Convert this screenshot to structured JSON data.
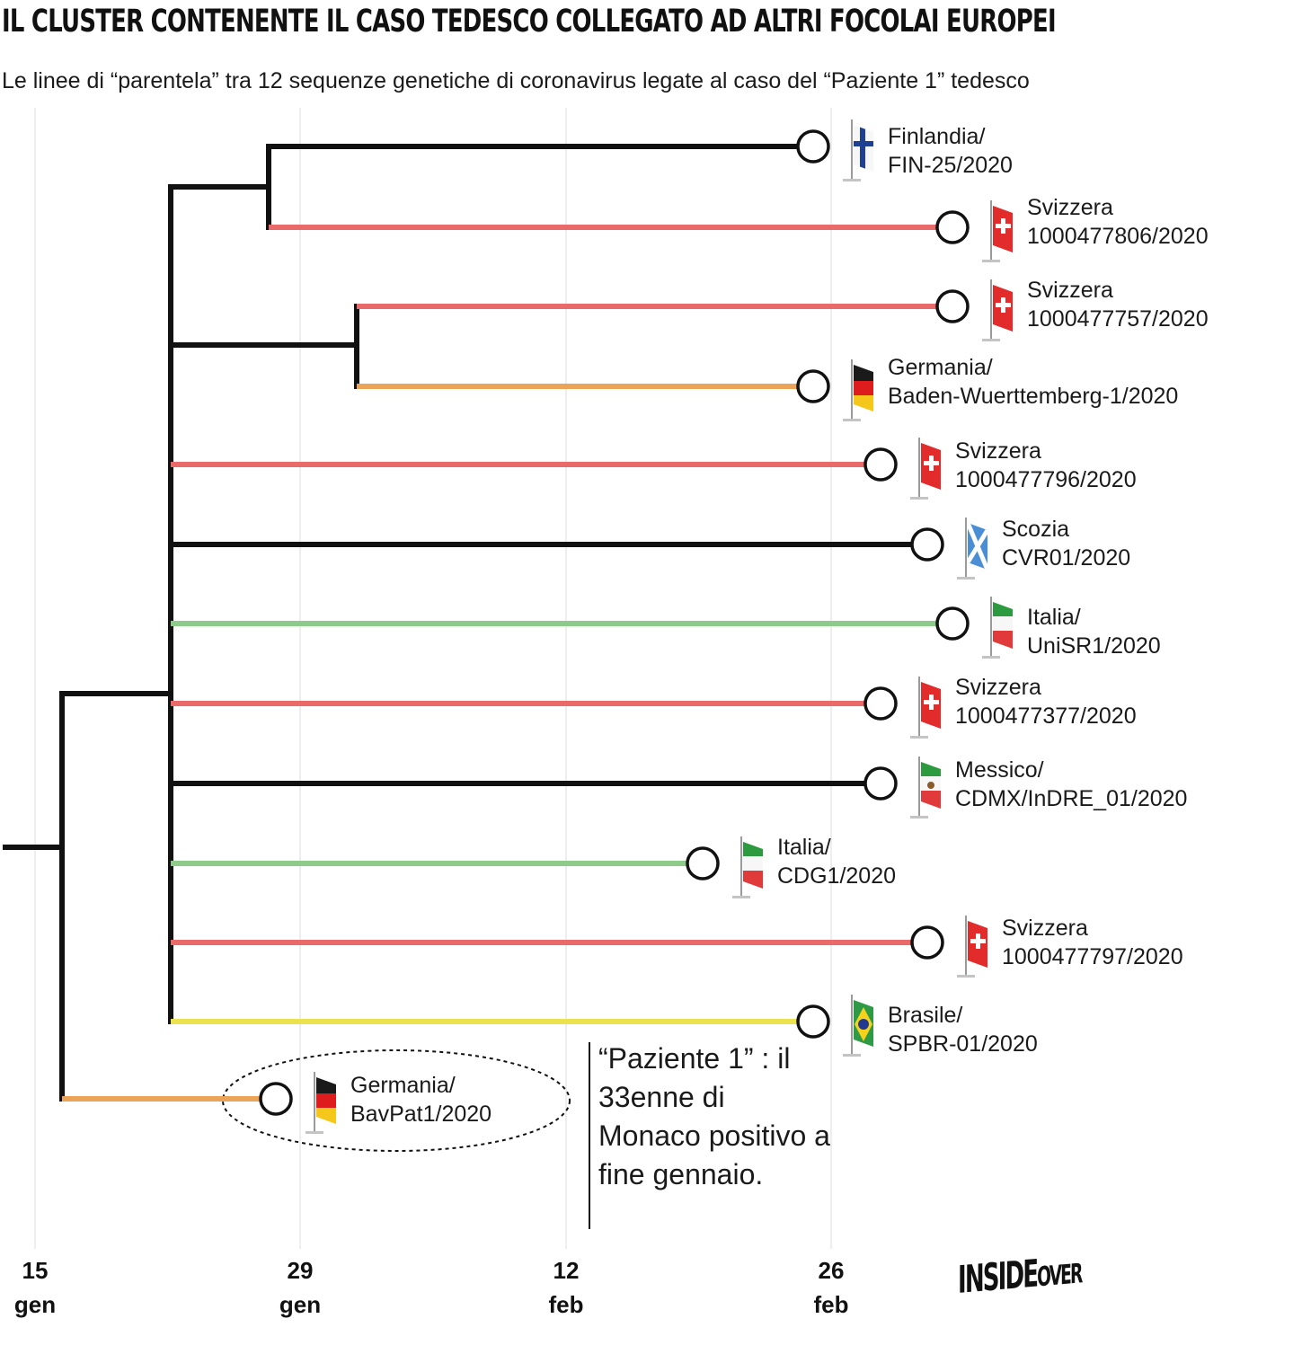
{
  "title": "IL CLUSTER CONTENENTE IL CASO TEDESCO COLLEGATO AD ALTRI FOCOLAI EUROPEI",
  "subtitle": "Le linee di “parentela” tra 12 sequenze genetiche di coronavirus legate al caso del “Paziente 1” tedesco",
  "axis_ticks": [
    {
      "day": "15",
      "month": "gen"
    },
    {
      "day": "29",
      "month": "gen"
    },
    {
      "day": "12",
      "month": "feb"
    },
    {
      "day": "26",
      "month": "feb"
    }
  ],
  "colors": {
    "Svizzera": "#ea6a6a",
    "Germania": "#eba357",
    "Italia": "#8ecb8a",
    "Brasile": "#ece24f",
    "Finlandia": "#111111",
    "Scozia": "#111111",
    "Messico": "#111111",
    "tree": "#111111",
    "grid": "#dddddd"
  },
  "sequences": [
    {
      "country": "Finlandia",
      "line1": "Finlandia/",
      "line2": "FIN-25/2020",
      "flag": "finland-flag-icon"
    },
    {
      "country": "Svizzera",
      "line1": "Svizzera",
      "line2": "1000477806/2020",
      "flag": "switzerland-flag-icon"
    },
    {
      "country": "Svizzera",
      "line1": "Svizzera",
      "line2": "1000477757/2020",
      "flag": "switzerland-flag-icon"
    },
    {
      "country": "Germania",
      "line1": "Germania/",
      "line2": "Baden-Wuerttemberg-1/2020",
      "flag": "germany-flag-icon"
    },
    {
      "country": "Svizzera",
      "line1": "Svizzera",
      "line2": "1000477796/2020",
      "flag": "switzerland-flag-icon"
    },
    {
      "country": "Scozia",
      "line1": "Scozia",
      "line2": "CVR01/2020",
      "flag": "scotland-flag-icon"
    },
    {
      "country": "Italia",
      "line1": "Italia/",
      "line2": "UniSR1/2020",
      "flag": "italy-flag-icon"
    },
    {
      "country": "Svizzera",
      "line1": "Svizzera",
      "line2": "1000477377/2020",
      "flag": "switzerland-flag-icon"
    },
    {
      "country": "Messico",
      "line1": "Messico/",
      "line2": "CDMX/InDRE_01/2020",
      "flag": "mexico-flag-icon"
    },
    {
      "country": "Italia",
      "line1": "Italia/",
      "line2": "CDG1/2020",
      "flag": "italy-flag-icon"
    },
    {
      "country": "Svizzera",
      "line1": "Svizzera",
      "line2": "1000477797/2020",
      "flag": "switzerland-flag-icon"
    },
    {
      "country": "Brasile",
      "line1": "Brasile/",
      "line2": "SPBR-01/2020",
      "flag": "brazil-flag-icon"
    },
    {
      "country": "Germania",
      "line1": "Germania/",
      "line2": "BavPat1/2020",
      "flag": "germany-flag-icon"
    }
  ],
  "annotation": "“Paziente 1” : il 33enne di Monaco positivo a fine gennaio.",
  "logo": {
    "part1": "INSIDE",
    "part2": "OVER"
  }
}
